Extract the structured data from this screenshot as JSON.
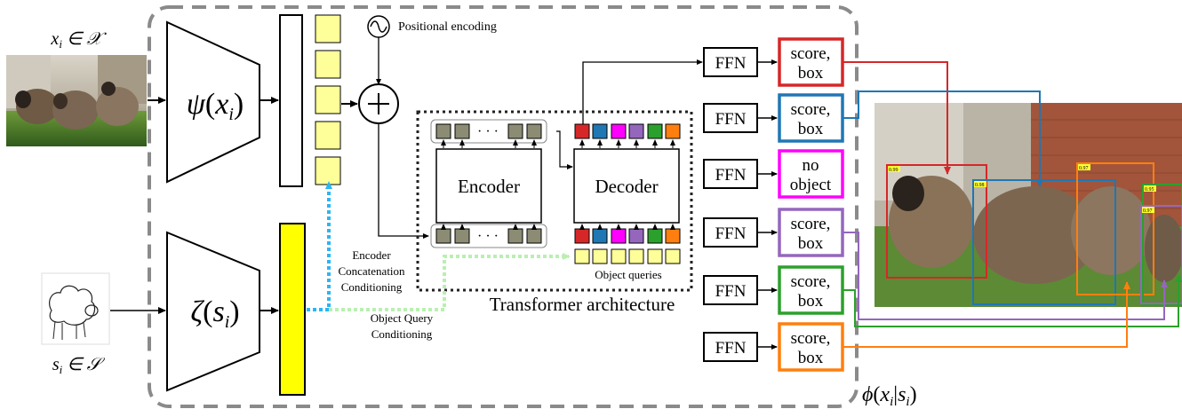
{
  "labels": {
    "x_input": "x_i ∈ 𝒳",
    "s_input": "s_i ∈ 𝒮",
    "psi": "ψ(x_i)",
    "zeta": "ζ(s_i)",
    "positional_encoding": "Positional encoding",
    "encoder": "Encoder",
    "decoder": "Decoder",
    "ellipsis": "· · ·",
    "encoder_conditioning": [
      "Encoder",
      "Concatenation",
      "Conditioning"
    ],
    "object_query_conditioning": [
      "Object Query",
      "Conditioning"
    ],
    "object_queries": "Object queries",
    "transformer_architecture": "Transformer architecture",
    "phi": "ϕ(x_i|s_i)",
    "ffn": "FFN"
  },
  "outputs": [
    {
      "line1": "score,",
      "line2": "box",
      "color": "#d62728"
    },
    {
      "line1": "score,",
      "line2": "box",
      "color": "#1f77b4"
    },
    {
      "line1": "no",
      "line2": "object",
      "color": "#ff00ff"
    },
    {
      "line1": "score,",
      "line2": "box",
      "color": "#9467bd"
    },
    {
      "line1": "score,",
      "line2": "box",
      "color": "#2ca02c"
    },
    {
      "line1": "score,",
      "line2": "box",
      "color": "#ff7f0e"
    }
  ],
  "query_colors": [
    "#d62728",
    "#1f77b4",
    "#ff00ff",
    "#9467bd",
    "#2ca02c",
    "#ff7f0e"
  ],
  "detection_scores": [
    "0.99",
    "0.98",
    "0.97",
    "0.95",
    "0.97"
  ],
  "colors": {
    "token_gray": "#8c8c74",
    "yellow_light": "#ffff99",
    "yellow_bright": "#ffff00",
    "dashed_border": "#8a8a8a",
    "cyan_arrow": "#29b6f6",
    "green_arrow": "#b9f0b0"
  }
}
